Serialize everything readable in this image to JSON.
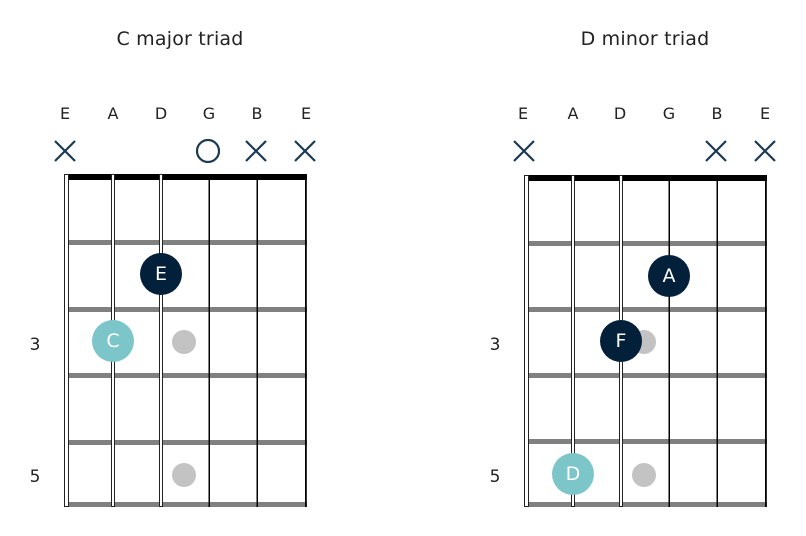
{
  "colors": {
    "root_dot": "#7cc5c9",
    "note_dot": "#03203a",
    "inlay": "#c3c3c3",
    "fret": "#808080",
    "nut": "#000000",
    "marker": "#1b3a52"
  },
  "strings": [
    "E",
    "A",
    "D",
    "G",
    "B",
    "E"
  ],
  "diagrams": [
    {
      "title": "C major triad",
      "string_labels": [
        "E",
        "A",
        "D",
        "G",
        "B",
        "E"
      ],
      "open_mute": [
        "x",
        "",
        "",
        "o",
        "x",
        "x"
      ],
      "fret_numbers": [
        {
          "label": "3",
          "fret": 3
        },
        {
          "label": "5",
          "fret": 5
        }
      ],
      "notes": [
        {
          "label": "E",
          "string": 3,
          "fret": 2,
          "role": "note"
        },
        {
          "label": "C",
          "string": 2,
          "fret": 3,
          "role": "root"
        }
      ],
      "inlays": [
        {
          "fret": 3
        },
        {
          "fret": 5
        }
      ]
    },
    {
      "title": "D minor triad",
      "string_labels": [
        "E",
        "A",
        "D",
        "G",
        "B",
        "E"
      ],
      "open_mute": [
        "x",
        "",
        "",
        "",
        "x",
        "x"
      ],
      "fret_numbers": [
        {
          "label": "3",
          "fret": 3
        },
        {
          "label": "5",
          "fret": 5
        }
      ],
      "notes": [
        {
          "label": "A",
          "string": 4,
          "fret": 2,
          "role": "note"
        },
        {
          "label": "F",
          "string": 3,
          "fret": 3,
          "role": "note"
        },
        {
          "label": "D",
          "string": 2,
          "fret": 5,
          "role": "root"
        }
      ],
      "inlays": [
        {
          "fret": 3
        },
        {
          "fret": 5
        }
      ]
    }
  ]
}
